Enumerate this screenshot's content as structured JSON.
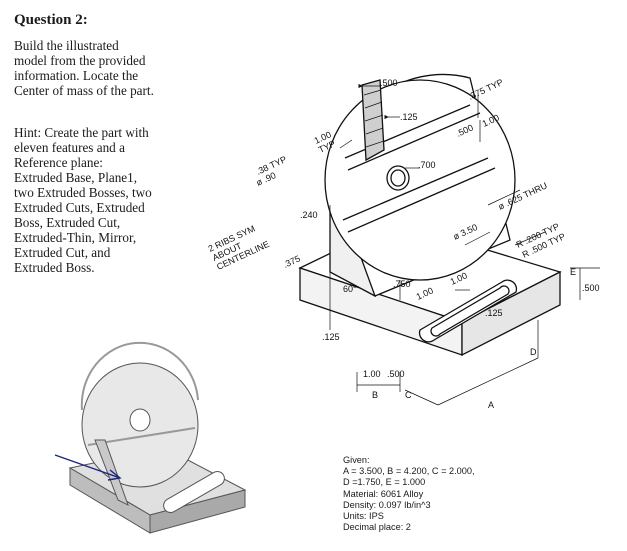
{
  "question": {
    "title": "Question 2:",
    "intro": "Build the illustrated\nmodel from the provided\ninformation. Locate the\nCenter of mass of the part.",
    "hint": "Hint: Create the part with\neleven features and a\nReference plane:\nExtruded Base, Plane1,\ntwo Extruded Bosses, two\nExtruded Cuts, Extruded\nBoss, Extruded Cut,\nExtruded-Thin, Mirror,\nExtruded Cut, and\nExtruded Boss."
  },
  "drawing": {
    "dims": {
      "d500_top": ".500",
      "d125_top": ".125",
      "d375_typ": ".375 TYP",
      "d500_side": ".500",
      "d100_side": "1.00",
      "d38_typ": ".38 TYP",
      "d100_typ": "1.00\nTYP",
      "phi90": "ø .90",
      "d700": ".700",
      "phi625": "ø .625 THRU",
      "ribs": "2 RIBS SYM\nABOUT\nCENTERLINE",
      "d240": ".240",
      "r350": "ø 3.50",
      "r200": "R .200 TYP",
      "r500": "R .500 TYP",
      "d375_rib": ".375",
      "ang60": "60°",
      "d750": ".750",
      "d100_a": "1.00",
      "d100_b": "1.00",
      "d125_slot": ".125",
      "d125_base": ".125",
      "e_label": "E",
      "d500_e": ".500",
      "d100_bot": "1.00",
      "d500_bot": ".500",
      "label_b": "B",
      "label_c": "C",
      "label_d": "D",
      "label_a": "A"
    }
  },
  "given": {
    "title": "Given:",
    "line1": "A = 3.500, B = 4.200, C = 2.000,",
    "line2": "D =1.750, E = 1.000",
    "material": "Material: 6061 Alloy",
    "density": "Density: 0.097 lb/in^3",
    "units": "Units: IPS",
    "decimal": "Decimal place: 2"
  }
}
